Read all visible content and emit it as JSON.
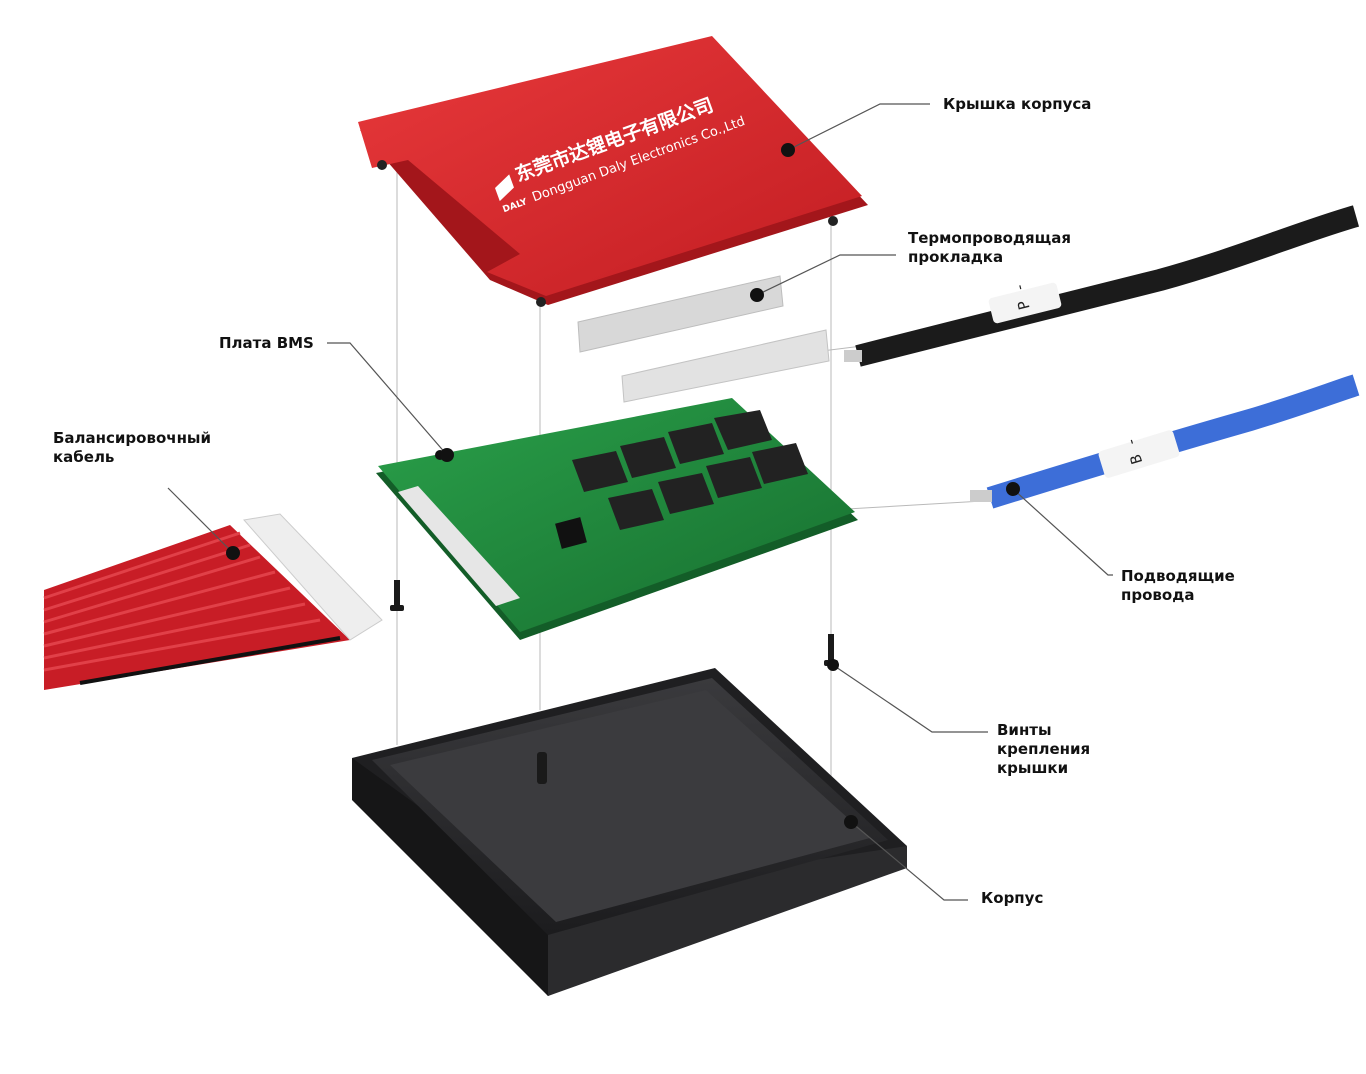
{
  "brand": {
    "chinese": "东莞市达锂电子有限公司",
    "english": "Dongguan Daly Electronics Co.,Ltd",
    "logo_text": "DALY"
  },
  "cable_markers": {
    "black": "P -",
    "blue": "B -"
  },
  "colors": {
    "lid": "#d9252a",
    "pcb": "#1e8a3c",
    "housing": "#2a2a2c",
    "black_wire": "#1b1b1b",
    "blue_wire": "#3d6ed8",
    "balance_wire": "#d0202a",
    "leader": "#555555",
    "dot": "#111111"
  },
  "labels": {
    "lid": "Крышка корпуса",
    "pad_line1": "Термопроводящая",
    "pad_line2": "прокладка",
    "bms": "Плата BMS",
    "balance_line1": "Балансировочный",
    "balance_line2": "кабель",
    "wires_line1": "Подводящие",
    "wires_line2": "провода",
    "screws_line1": "Винты",
    "screws_line2": "крепления",
    "screws_line3": "крышки",
    "housing": "Корпус"
  }
}
